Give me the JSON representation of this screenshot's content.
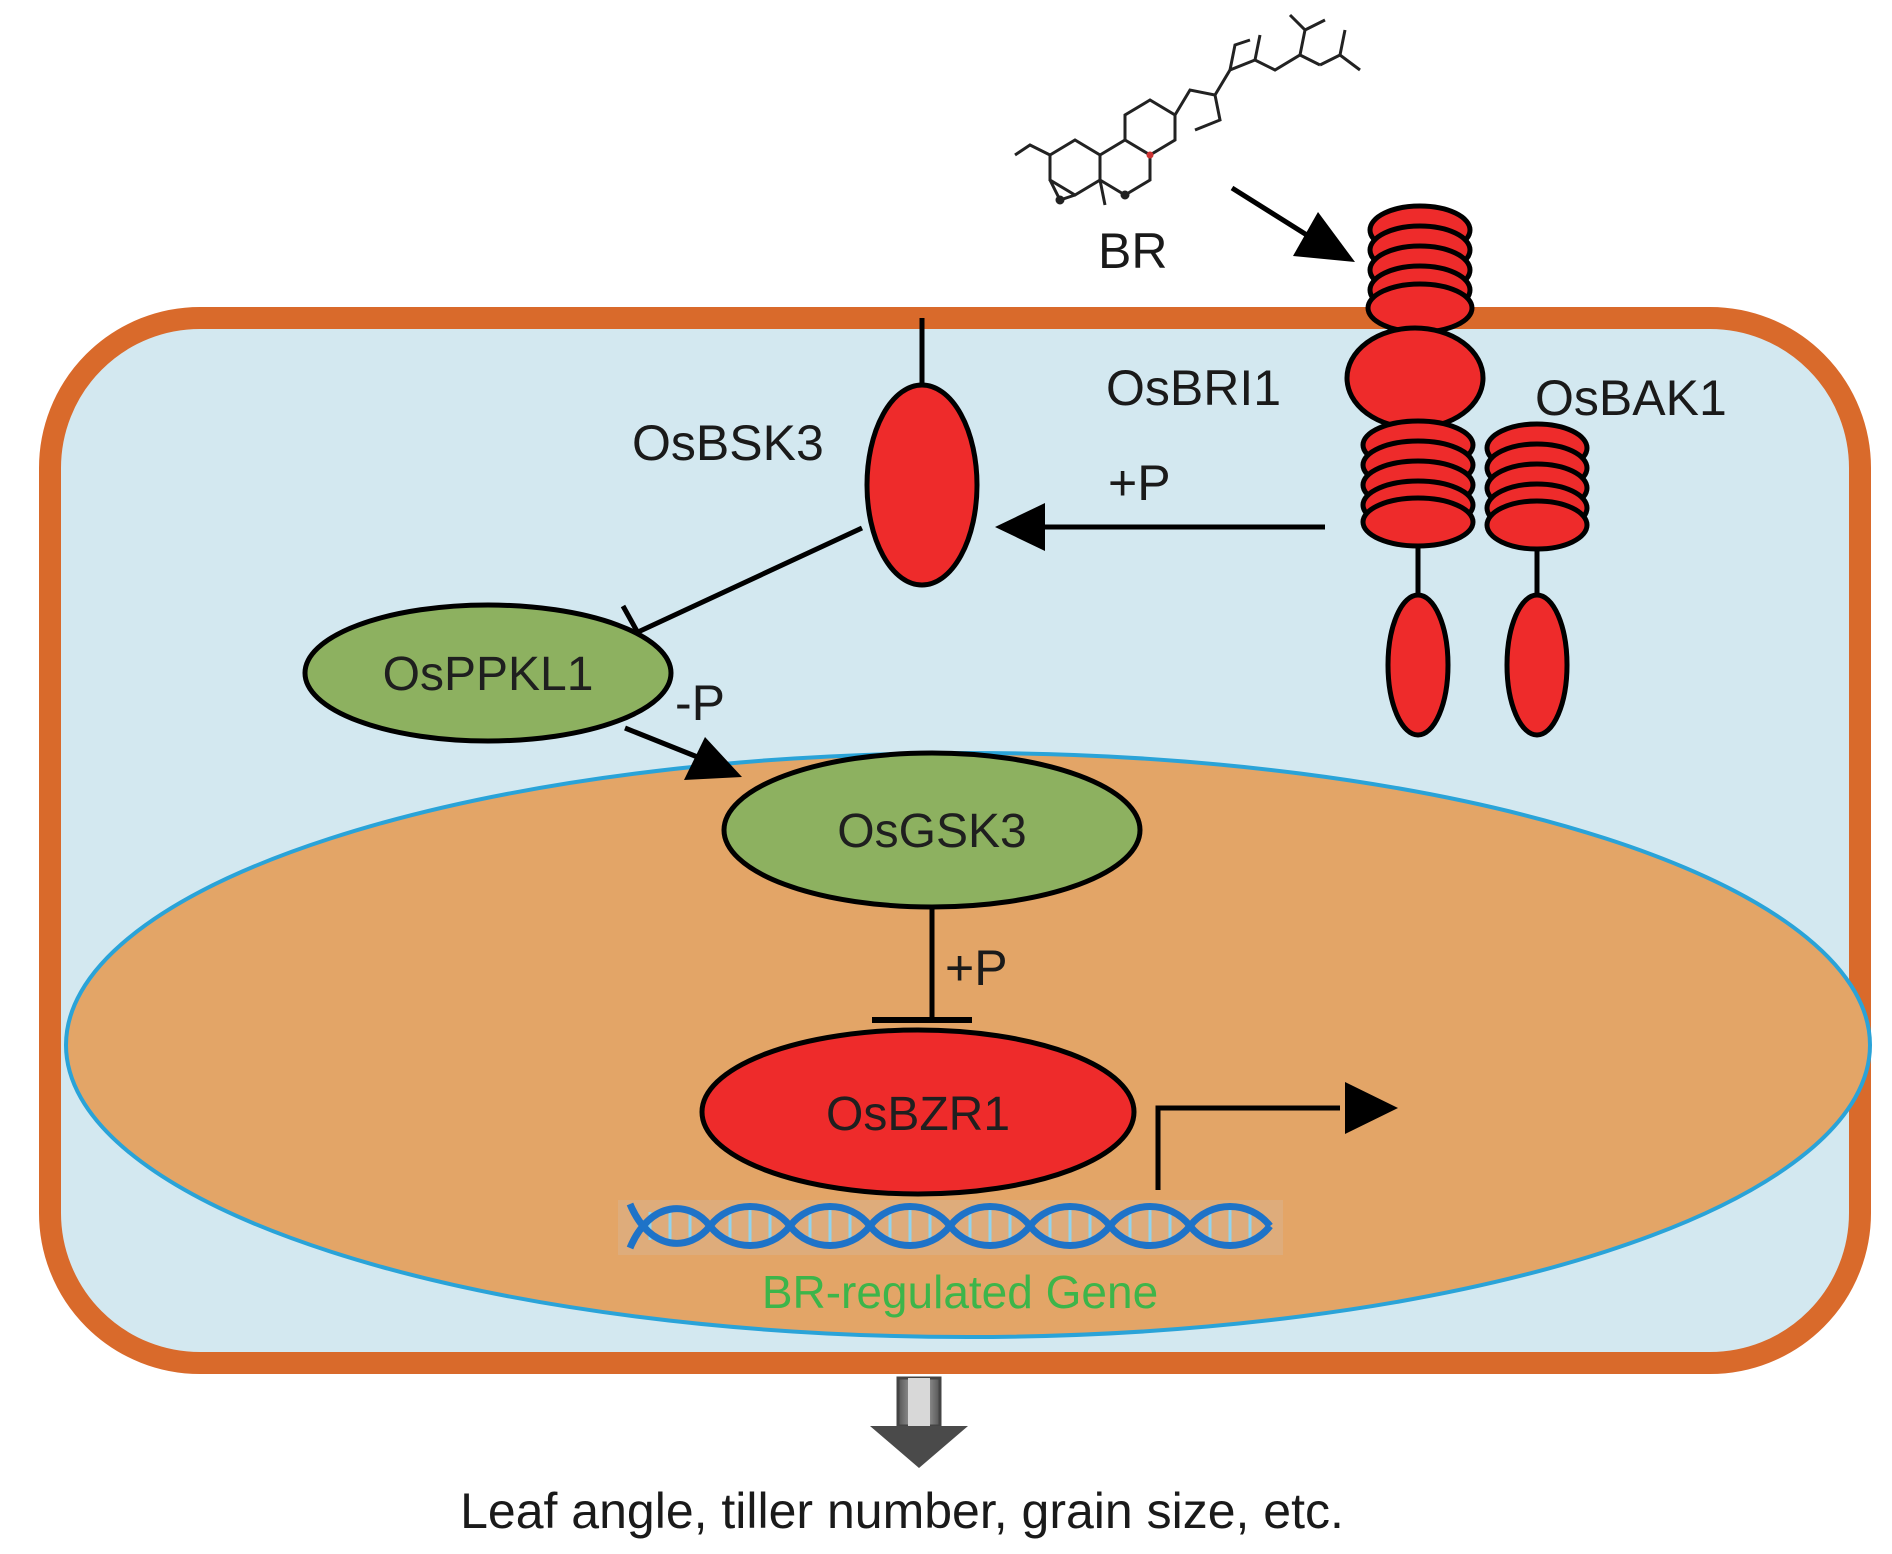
{
  "molecules": {
    "ligand": "BR",
    "receptor": "OsBRI1",
    "coreceptor": "OsBAK1",
    "kinase": "OsBSK3",
    "phosphatase": "OsPPKL1",
    "gsk": "OsGSK3",
    "tf": "OsBZR1"
  },
  "edges": {
    "receptor_to_bsk3": "+P",
    "ppkl1_to_gsk3": "-P",
    "gsk3_to_bzr1": "+P"
  },
  "gene_label": "BR-regulated Gene",
  "outcome": "Leaf angle, tiller number, grain size, etc.",
  "colors": {
    "cell_wall": "#d96a2b",
    "cytoplasm": "#d3e8f0",
    "nucleus": "#e3a567",
    "nucleus_border": "#2aa3d8",
    "red_protein": "#ee2b2b",
    "green_protein": "#8db160",
    "gene_text": "#3db54a",
    "dna_blue": "#1e73c8"
  }
}
